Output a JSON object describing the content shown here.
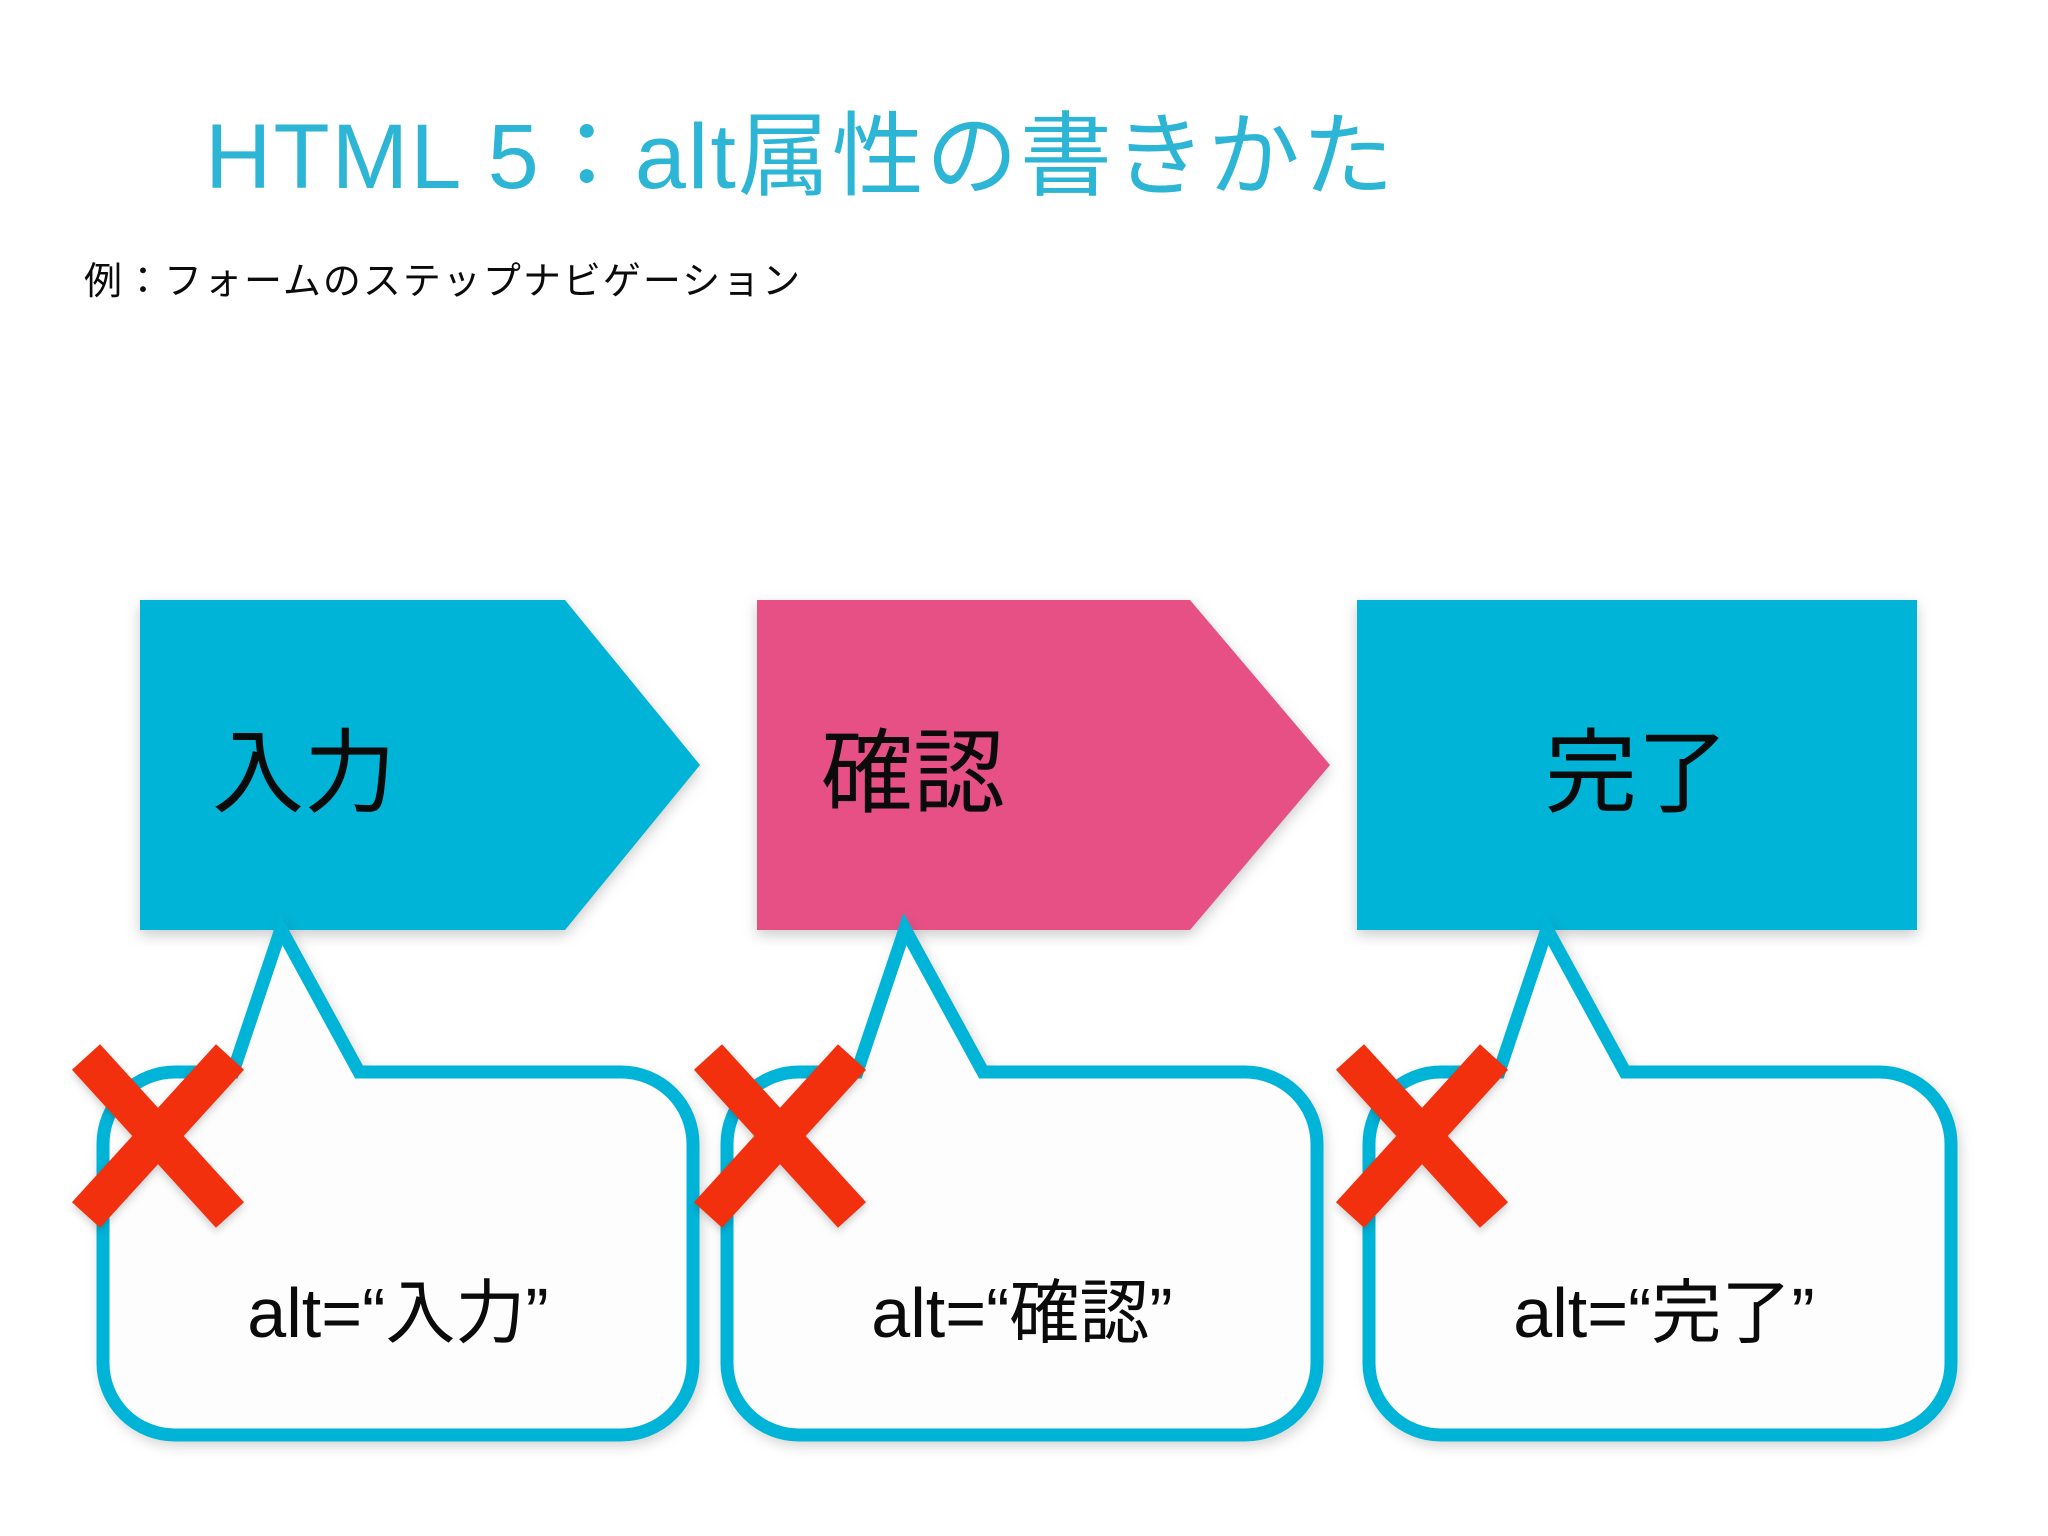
{
  "slide": {
    "title": "HTML 5：alt属性の書きかた",
    "subtitle": "例：フォームのステップナビゲーション",
    "steps": [
      {
        "label": "入力",
        "alt_text": "alt=“入力”"
      },
      {
        "label": "確認",
        "alt_text": "alt=“確認”"
      },
      {
        "label": "完了",
        "alt_text": "alt=“完了”"
      }
    ],
    "colors": {
      "accent_cyan": "#00b4d8",
      "accent_pink": "#e75084",
      "error_red": "#f2300e",
      "title_cyan": "#2db5d5",
      "text_black": "#0b0b0b"
    }
  }
}
